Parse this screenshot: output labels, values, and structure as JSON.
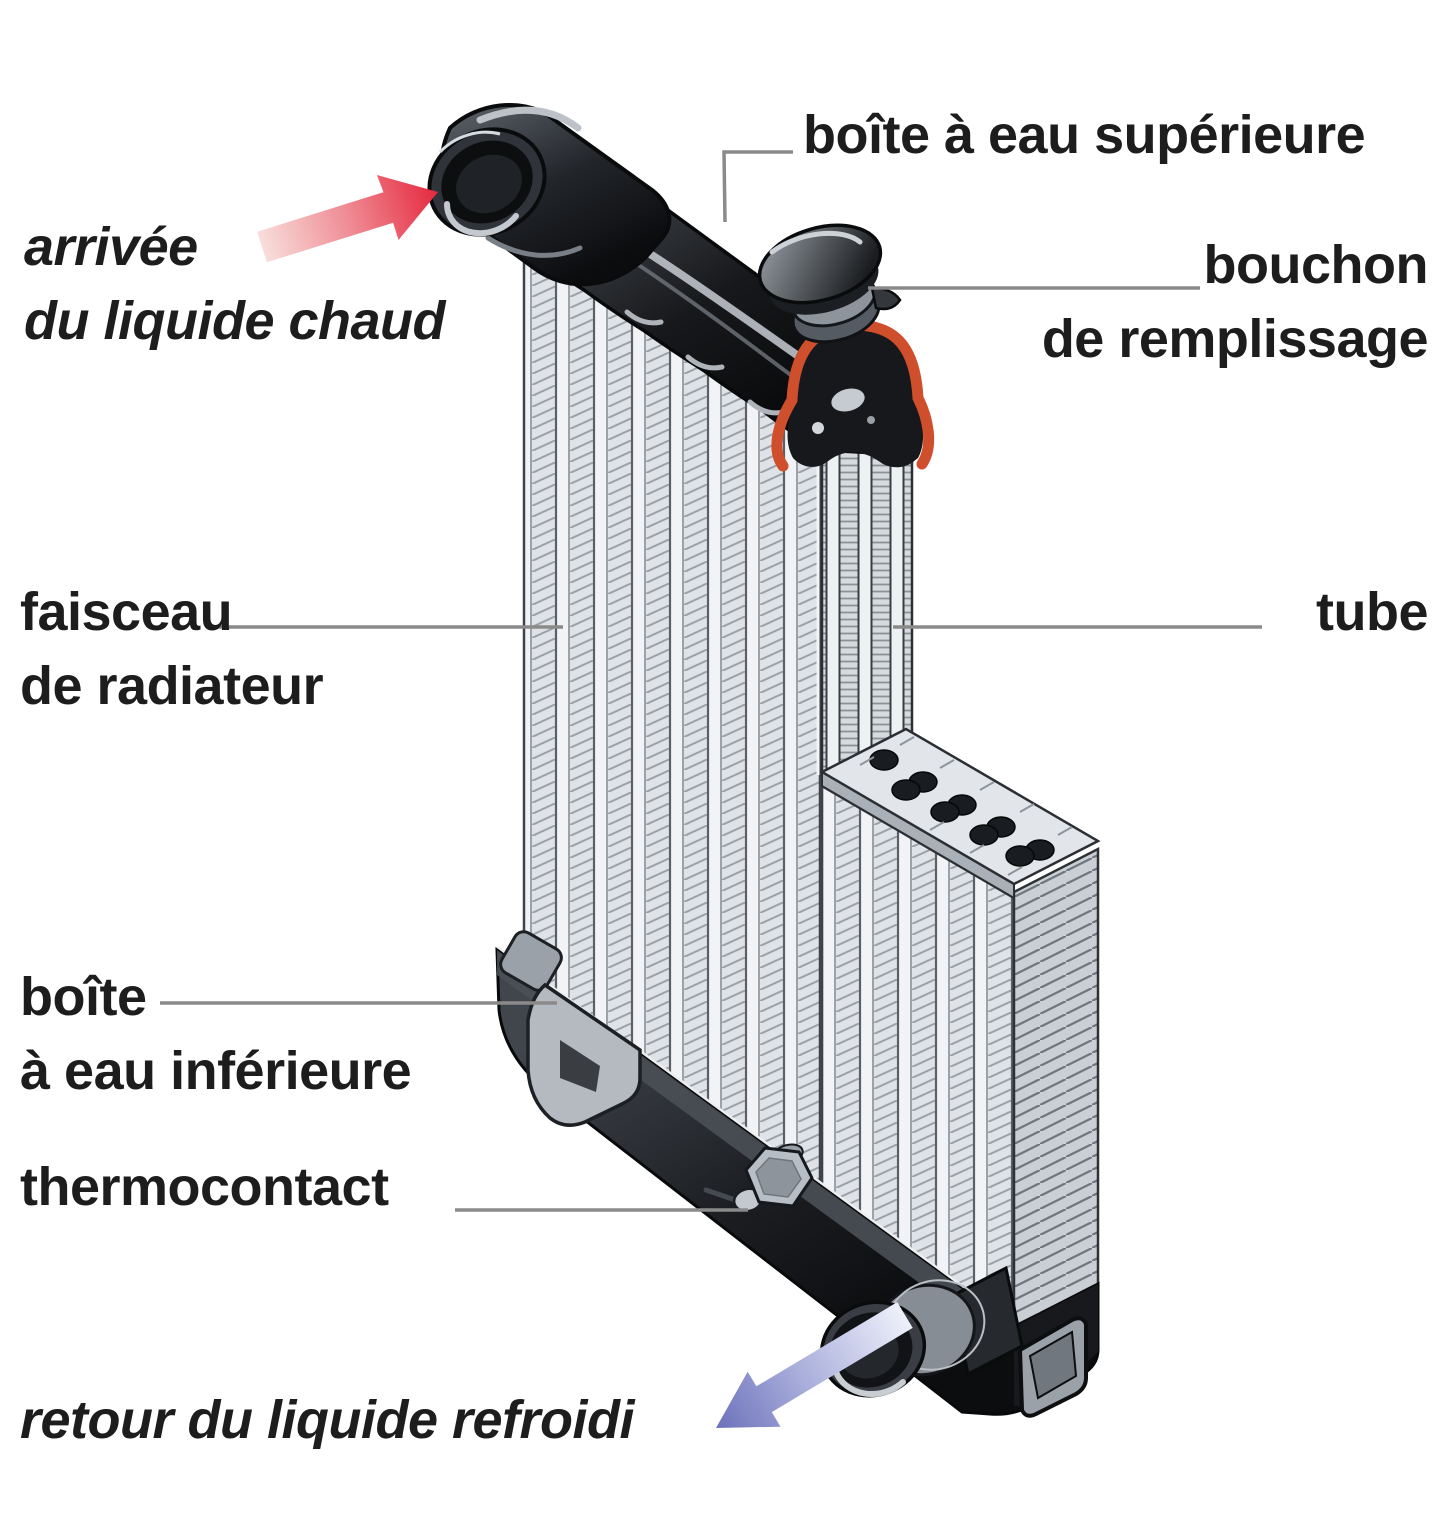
{
  "labels": {
    "top_tank": "boîte à eau supérieure",
    "filler_cap": [
      "bouchon",
      "de remplissage"
    ],
    "hot_inlet": [
      "arrivée",
      "du liquide chaud"
    ],
    "core": [
      "faisceau",
      "de radiateur"
    ],
    "tube": "tube",
    "bottom_tank": [
      "boîte",
      "à eau inférieure"
    ],
    "thermocontact": "thermocontact",
    "cooled_return": "retour du liquide refroidi"
  },
  "arrows": {
    "hot_inlet": {
      "meaning": "arrivée du liquide chaud",
      "direction": "pointing up-right into inlet pipe",
      "color": "#e5293e"
    },
    "cooled_return": {
      "meaning": "retour du liquide refroidi",
      "direction": "pointing down-left from outlet pipe",
      "color": "#787cc2"
    }
  },
  "colors": {
    "background": "#ffffff",
    "text": "#1d1d1d",
    "leader_line": "#8a8a8a",
    "hot_arrow": "#e5293e",
    "cold_arrow": "#787cc2",
    "gasket_orange": "#cf4e2b",
    "tank_dark": "#17181b",
    "core_light": "#e3e6e9"
  }
}
